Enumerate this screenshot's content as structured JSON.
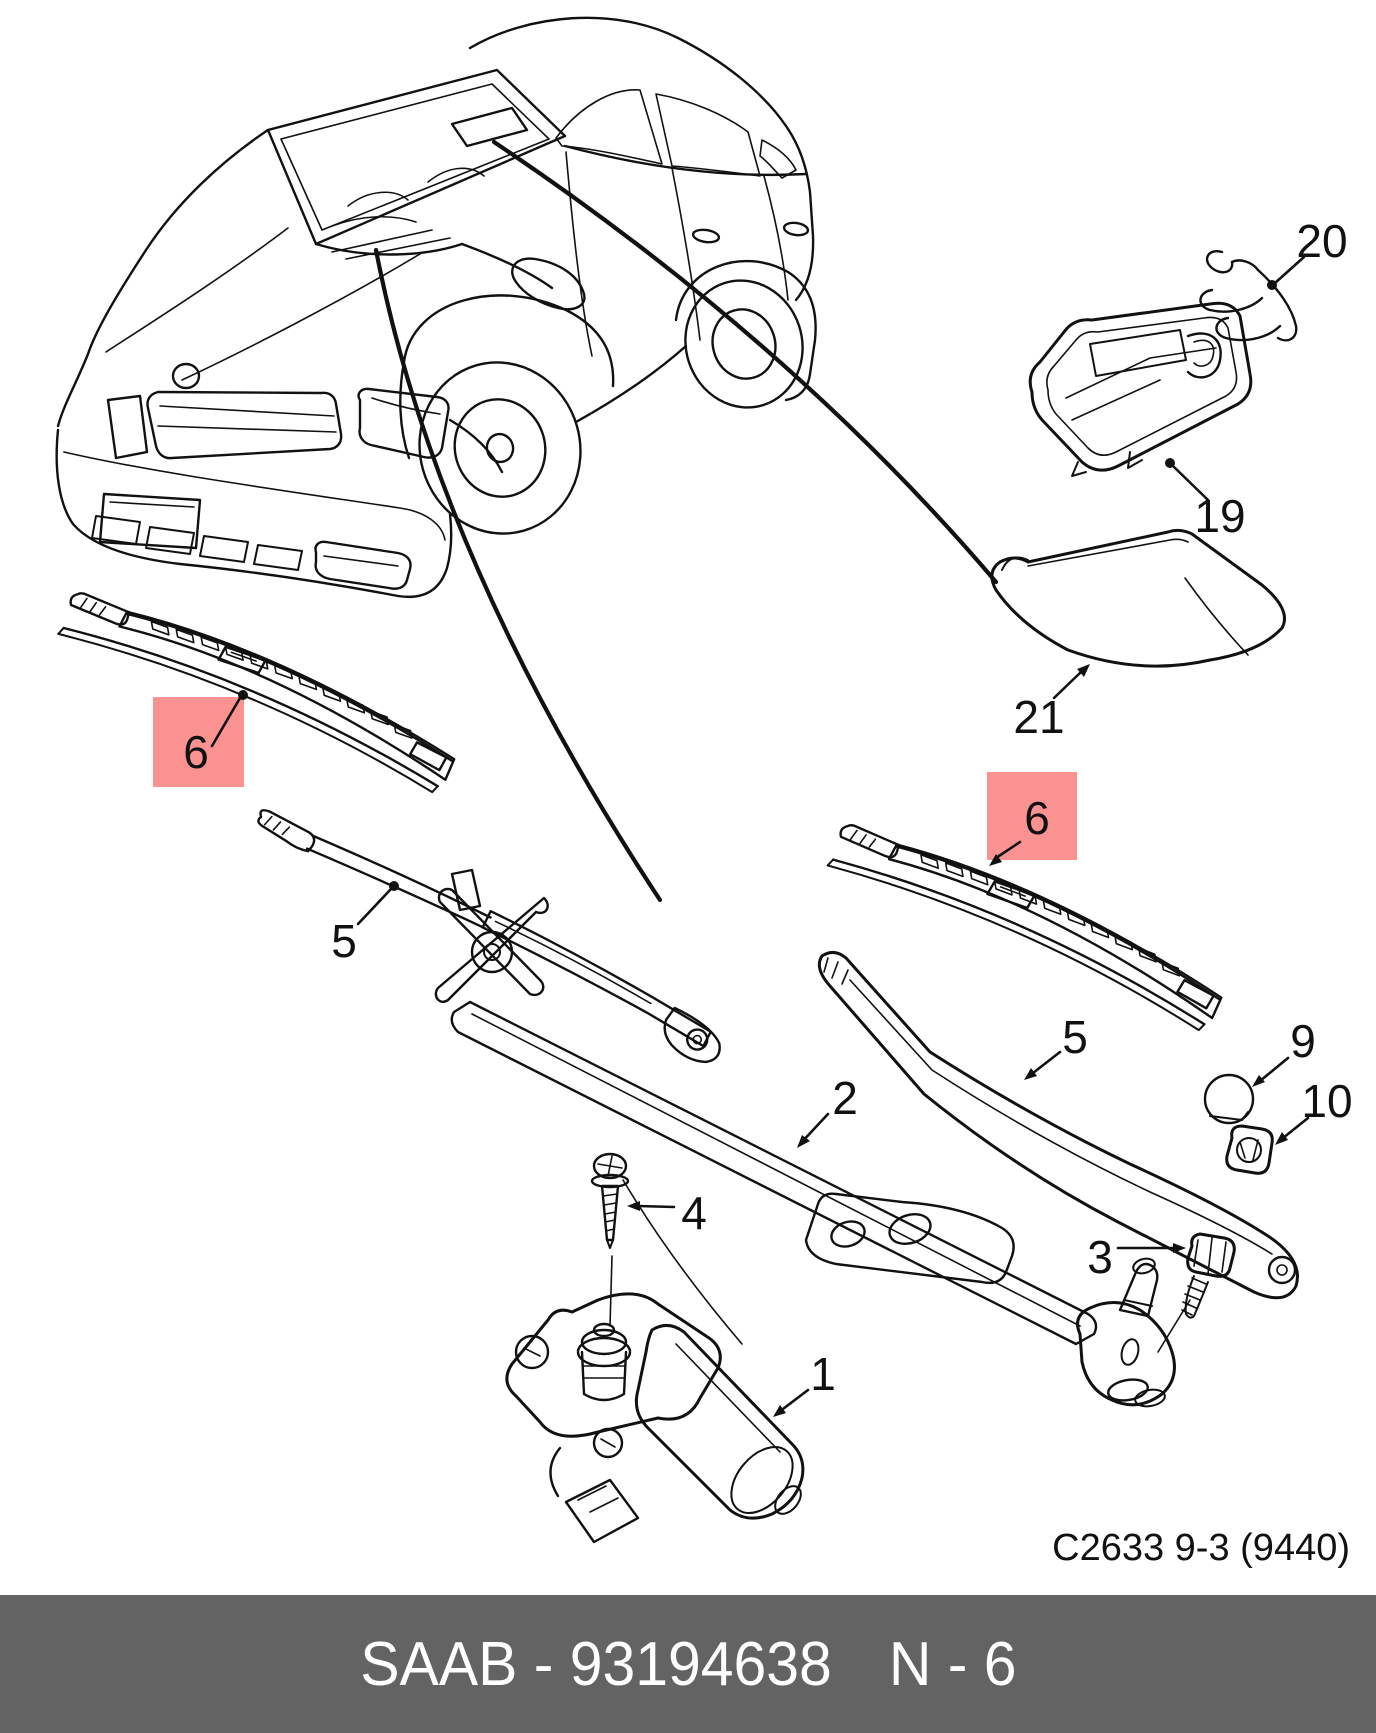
{
  "page": {
    "drawing_code": "C2633 9-3 (9440)",
    "footer": {
      "left": "SAAB - 93194638",
      "right": "N - 6",
      "bar_color": "#636363",
      "text_color": "#ffffff"
    },
    "colors": {
      "background": "#ffffff",
      "line": "#111111",
      "highlight_fill": "#fa9292",
      "highlight_digit": "#8c1414",
      "leader_red": "#7d1010"
    },
    "callouts": [
      {
        "label": "1",
        "highlighted": false
      },
      {
        "label": "2",
        "highlighted": false
      },
      {
        "label": "3",
        "highlighted": false
      },
      {
        "label": "4",
        "highlighted": false
      },
      {
        "label": "5",
        "highlighted": false
      },
      {
        "label": "5",
        "highlighted": false
      },
      {
        "label": "6",
        "highlighted": true
      },
      {
        "label": "6",
        "highlighted": true
      },
      {
        "label": "9",
        "highlighted": false
      },
      {
        "label": "10",
        "highlighted": false
      },
      {
        "label": "19",
        "highlighted": false
      },
      {
        "label": "20",
        "highlighted": false
      },
      {
        "label": "21",
        "highlighted": false
      }
    ]
  }
}
